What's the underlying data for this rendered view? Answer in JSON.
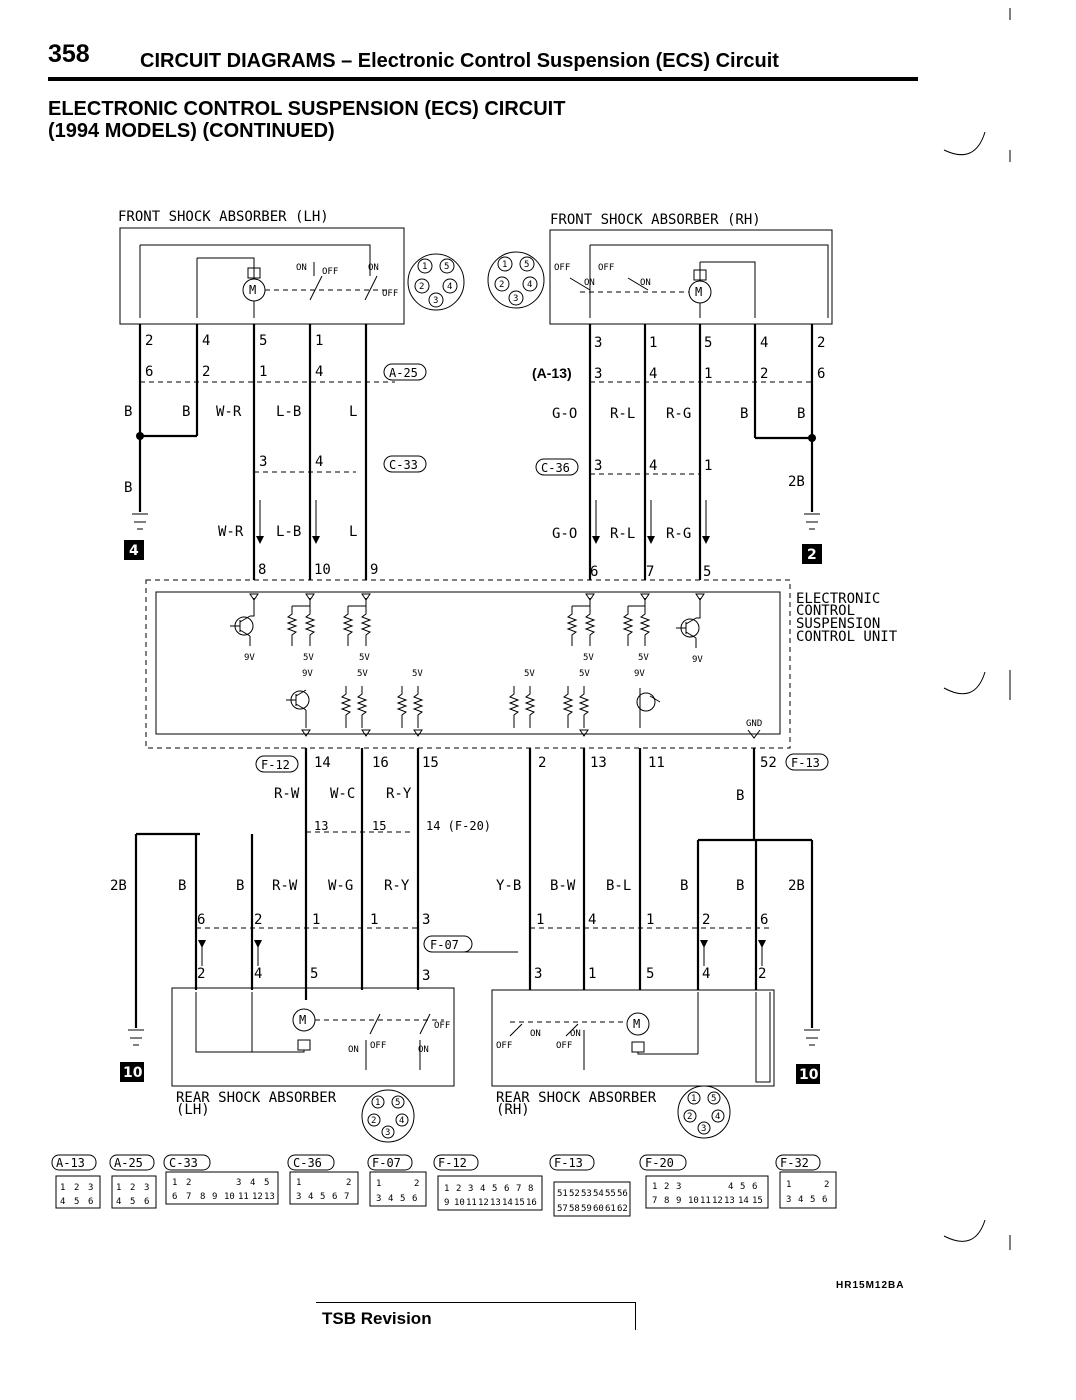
{
  "header": {
    "page_number": "358",
    "title": "CIRCUIT DIAGRAMS – Electronic Control Suspension (ECS) Circuit"
  },
  "section_title": {
    "line1": "ELECTRONIC CONTROL SUSPENSION (ECS) CIRCUIT",
    "line2": "(1994 MODELS) (CONTINUED)"
  },
  "components": {
    "front_lh": "FRONT SHOCK ABSORBER (LH)",
    "front_rh": "FRONT SHOCK ABSORBER (RH)",
    "rear_lh_1": "REAR SHOCK ABSORBER",
    "rear_lh_2": "(LH)",
    "rear_rh_1": "REAR SHOCK ABSORBER",
    "rear_rh_2": "(RH)",
    "ecu_1": "ELECTRONIC",
    "ecu_2": "CONTROL",
    "ecu_3": "SUSPENSION",
    "ecu_4": "CONTROL UNIT",
    "gnd": "GND"
  },
  "switch_labels": {
    "on": "ON",
    "off": "OFF"
  },
  "connectors": {
    "a25": "A-25",
    "a13": "(A-13)",
    "c33": "C-33",
    "c36": "C-36",
    "f12": "F-12",
    "f13": "F-13",
    "f07": "F-07",
    "f20": "14 (F-20)"
  },
  "grounds": {
    "g4": "4",
    "g2": "2",
    "g10l": "10",
    "g10r": "10"
  },
  "front_lh_pins": {
    "top": [
      "2",
      "4",
      "5",
      "1"
    ],
    "a25": [
      "6",
      "2",
      "1",
      "4"
    ],
    "c33": [
      "3",
      "4"
    ],
    "ecu": [
      "8",
      "10",
      "9"
    ]
  },
  "front_lh_wires": {
    "upper": [
      "B",
      "B",
      "W-R",
      "L-B",
      "L"
    ],
    "ground": "B",
    "lower": [
      "W-R",
      "L-B",
      "L"
    ]
  },
  "front_rh_pins": {
    "top": [
      "3",
      "1",
      "5",
      "4",
      "2"
    ],
    "a13": [
      "3",
      "4",
      "1",
      "2",
      "6"
    ],
    "c36": [
      "3",
      "4",
      "1"
    ],
    "ecu": [
      "6",
      "7",
      "5"
    ]
  },
  "front_rh_wires": {
    "upper": [
      "G-O",
      "R-L",
      "R-G",
      "B",
      "B"
    ],
    "ground": "2B",
    "lower": [
      "G-O",
      "R-L",
      "R-G"
    ]
  },
  "ecu_pins_bottom": [
    "14",
    "16",
    "15",
    "2",
    "13",
    "11",
    "52"
  ],
  "voltages": {
    "v9": "9V",
    "v5": "5V"
  },
  "rear_wires": {
    "upper": [
      "R-W",
      "W-C",
      "R-Y"
    ],
    "f20_pins": [
      "13",
      "15"
    ],
    "lh": [
      "2B",
      "B",
      "B",
      "R-W",
      "W-G",
      "R-Y"
    ],
    "rh": [
      "Y-B",
      "B-W",
      "B-L",
      "B",
      "B",
      "2B"
    ],
    "gnd_b": "B"
  },
  "rear_lh_pins": {
    "f07": [
      "6",
      "2",
      "1",
      "1",
      "3"
    ],
    "shock": [
      "2",
      "4",
      "5",
      "3"
    ]
  },
  "rear_rh_pins": {
    "f07": [
      "1",
      "4",
      "1",
      "2",
      "6"
    ],
    "shock": [
      "3",
      "1",
      "5",
      "4",
      "2"
    ]
  },
  "connector_legend": [
    "A-13",
    "A-25",
    "C-33",
    "C-36",
    "F-07",
    "F-12",
    "F-13",
    "F-20",
    "F-32"
  ],
  "connector_pins": {
    "a13": [
      "1",
      "2",
      "3",
      "4",
      "5",
      "6"
    ],
    "a25": [
      "1",
      "2",
      "3",
      "4",
      "5",
      "6"
    ],
    "c33": [
      "1",
      "2",
      "3",
      "4",
      "5",
      "6",
      "7",
      "8",
      "9",
      "10",
      "11",
      "12",
      "13"
    ],
    "c36": [
      "1",
      "2",
      "3",
      "4",
      "5",
      "6",
      "7"
    ],
    "f07": [
      "1",
      "2",
      "3",
      "4",
      "5",
      "6"
    ],
    "f12": [
      "1",
      "2",
      "3",
      "4",
      "5",
      "6",
      "7",
      "8",
      "9",
      "10",
      "11",
      "12",
      "13",
      "14",
      "15",
      "16"
    ],
    "f13": [
      "51",
      "52",
      "53",
      "54",
      "55",
      "56",
      "57",
      "58",
      "59",
      "60",
      "61",
      "62"
    ],
    "f20": [
      "1",
      "2",
      "3",
      "4",
      "5",
      "6",
      "7",
      "8",
      "9",
      "10",
      "11",
      "12",
      "13",
      "14",
      "15"
    ],
    "f32": [
      "1",
      "2",
      "3",
      "4",
      "5",
      "6"
    ]
  },
  "diagram_code": "HR15M12BA",
  "tsb_label": "TSB Revision"
}
